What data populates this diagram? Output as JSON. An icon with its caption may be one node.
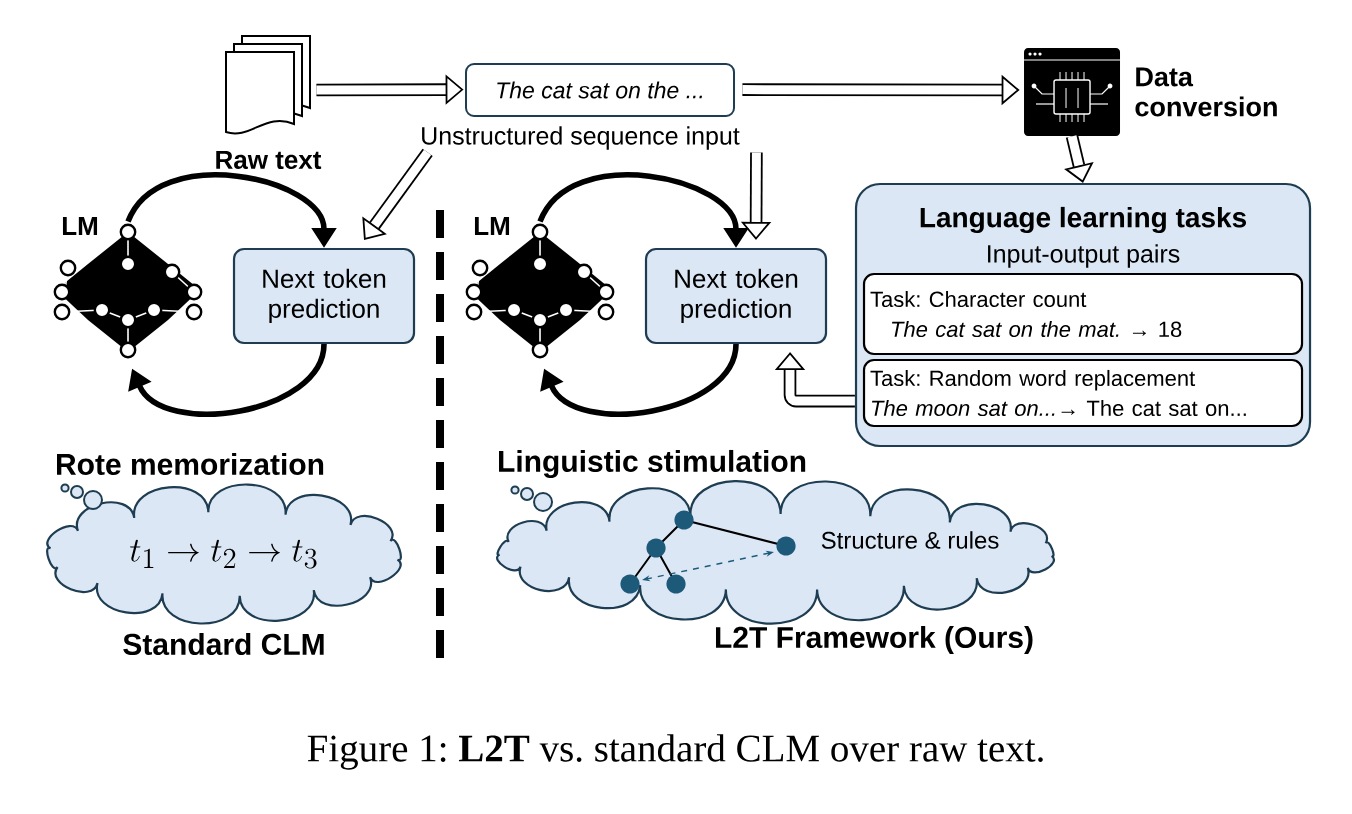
{
  "diagram": {
    "caption": "Figure 1: **L2T** vs. standard CLM over raw text.",
    "nodes": [
      {
        "text": [],
        "shape": "document",
        "beside": [
          "Raw text"
        ]
      },
      {
        "text": [
          "The cat sat on the ...",
          "Unstructured sequence input"
        ]
      },
      {
        "text": [],
        "shape": "picture",
        "beside": [
          "Data conversion"
        ]
      },
      {
        "text": [],
        "shape": "picture",
        "beside": [
          "LM"
        ]
      },
      {
        "text": [
          "Next token prediction"
        ]
      },
      {
        "text": [],
        "shape": "picture",
        "beside": [
          "LM"
        ]
      },
      {
        "text": [
          "Next token prediction"
        ]
      },
      {
        "text": [
          "Language learning tasks",
          "Input-output pairs"
        ]
      },
      {
        "text": [
          "Task: Character count",
          "*The cat sat on the mat.*  → 18"
        ],
        "in": 7
      },
      {
        "text": [
          "Task: Random word replacement",
          "*The moon sat on...*→ The cat sat on..."
        ],
        "in": 7
      },
      {
        "text": [
          "t_1 \\to t_2 \\to t_3"
        ],
        "beside": [
          "Rote memorization",
          "Standard CLM"
        ]
      },
      {
        "text": [
          "Structure & rules"
        ],
        "beside": [
          "Linguistic stimulation",
          "L2T Framework (Ours)"
        ]
      }
    ],
    "edges": [
      {
        "from": 0,
        "to": 1,
        "arrow": "to"
      },
      {
        "from": 1,
        "to": 2,
        "arrow": "to"
      },
      {
        "from": 2,
        "to": 7,
        "arrow": "to"
      },
      {
        "from": 1,
        "to": 4,
        "arrow": "to"
      },
      {
        "from": 1,
        "to": 6,
        "arrow": "to"
      },
      {
        "from": 7,
        "to": 6,
        "arrow": "to"
      },
      {
        "from": 3,
        "to": 4,
        "arrow": "to"
      },
      {
        "from": 4,
        "to": 3,
        "arrow": "to"
      },
      {
        "from": 5,
        "to": 6,
        "arrow": "to"
      },
      {
        "from": 6,
        "to": 5,
        "arrow": "to"
      }
    ]
  }
}
